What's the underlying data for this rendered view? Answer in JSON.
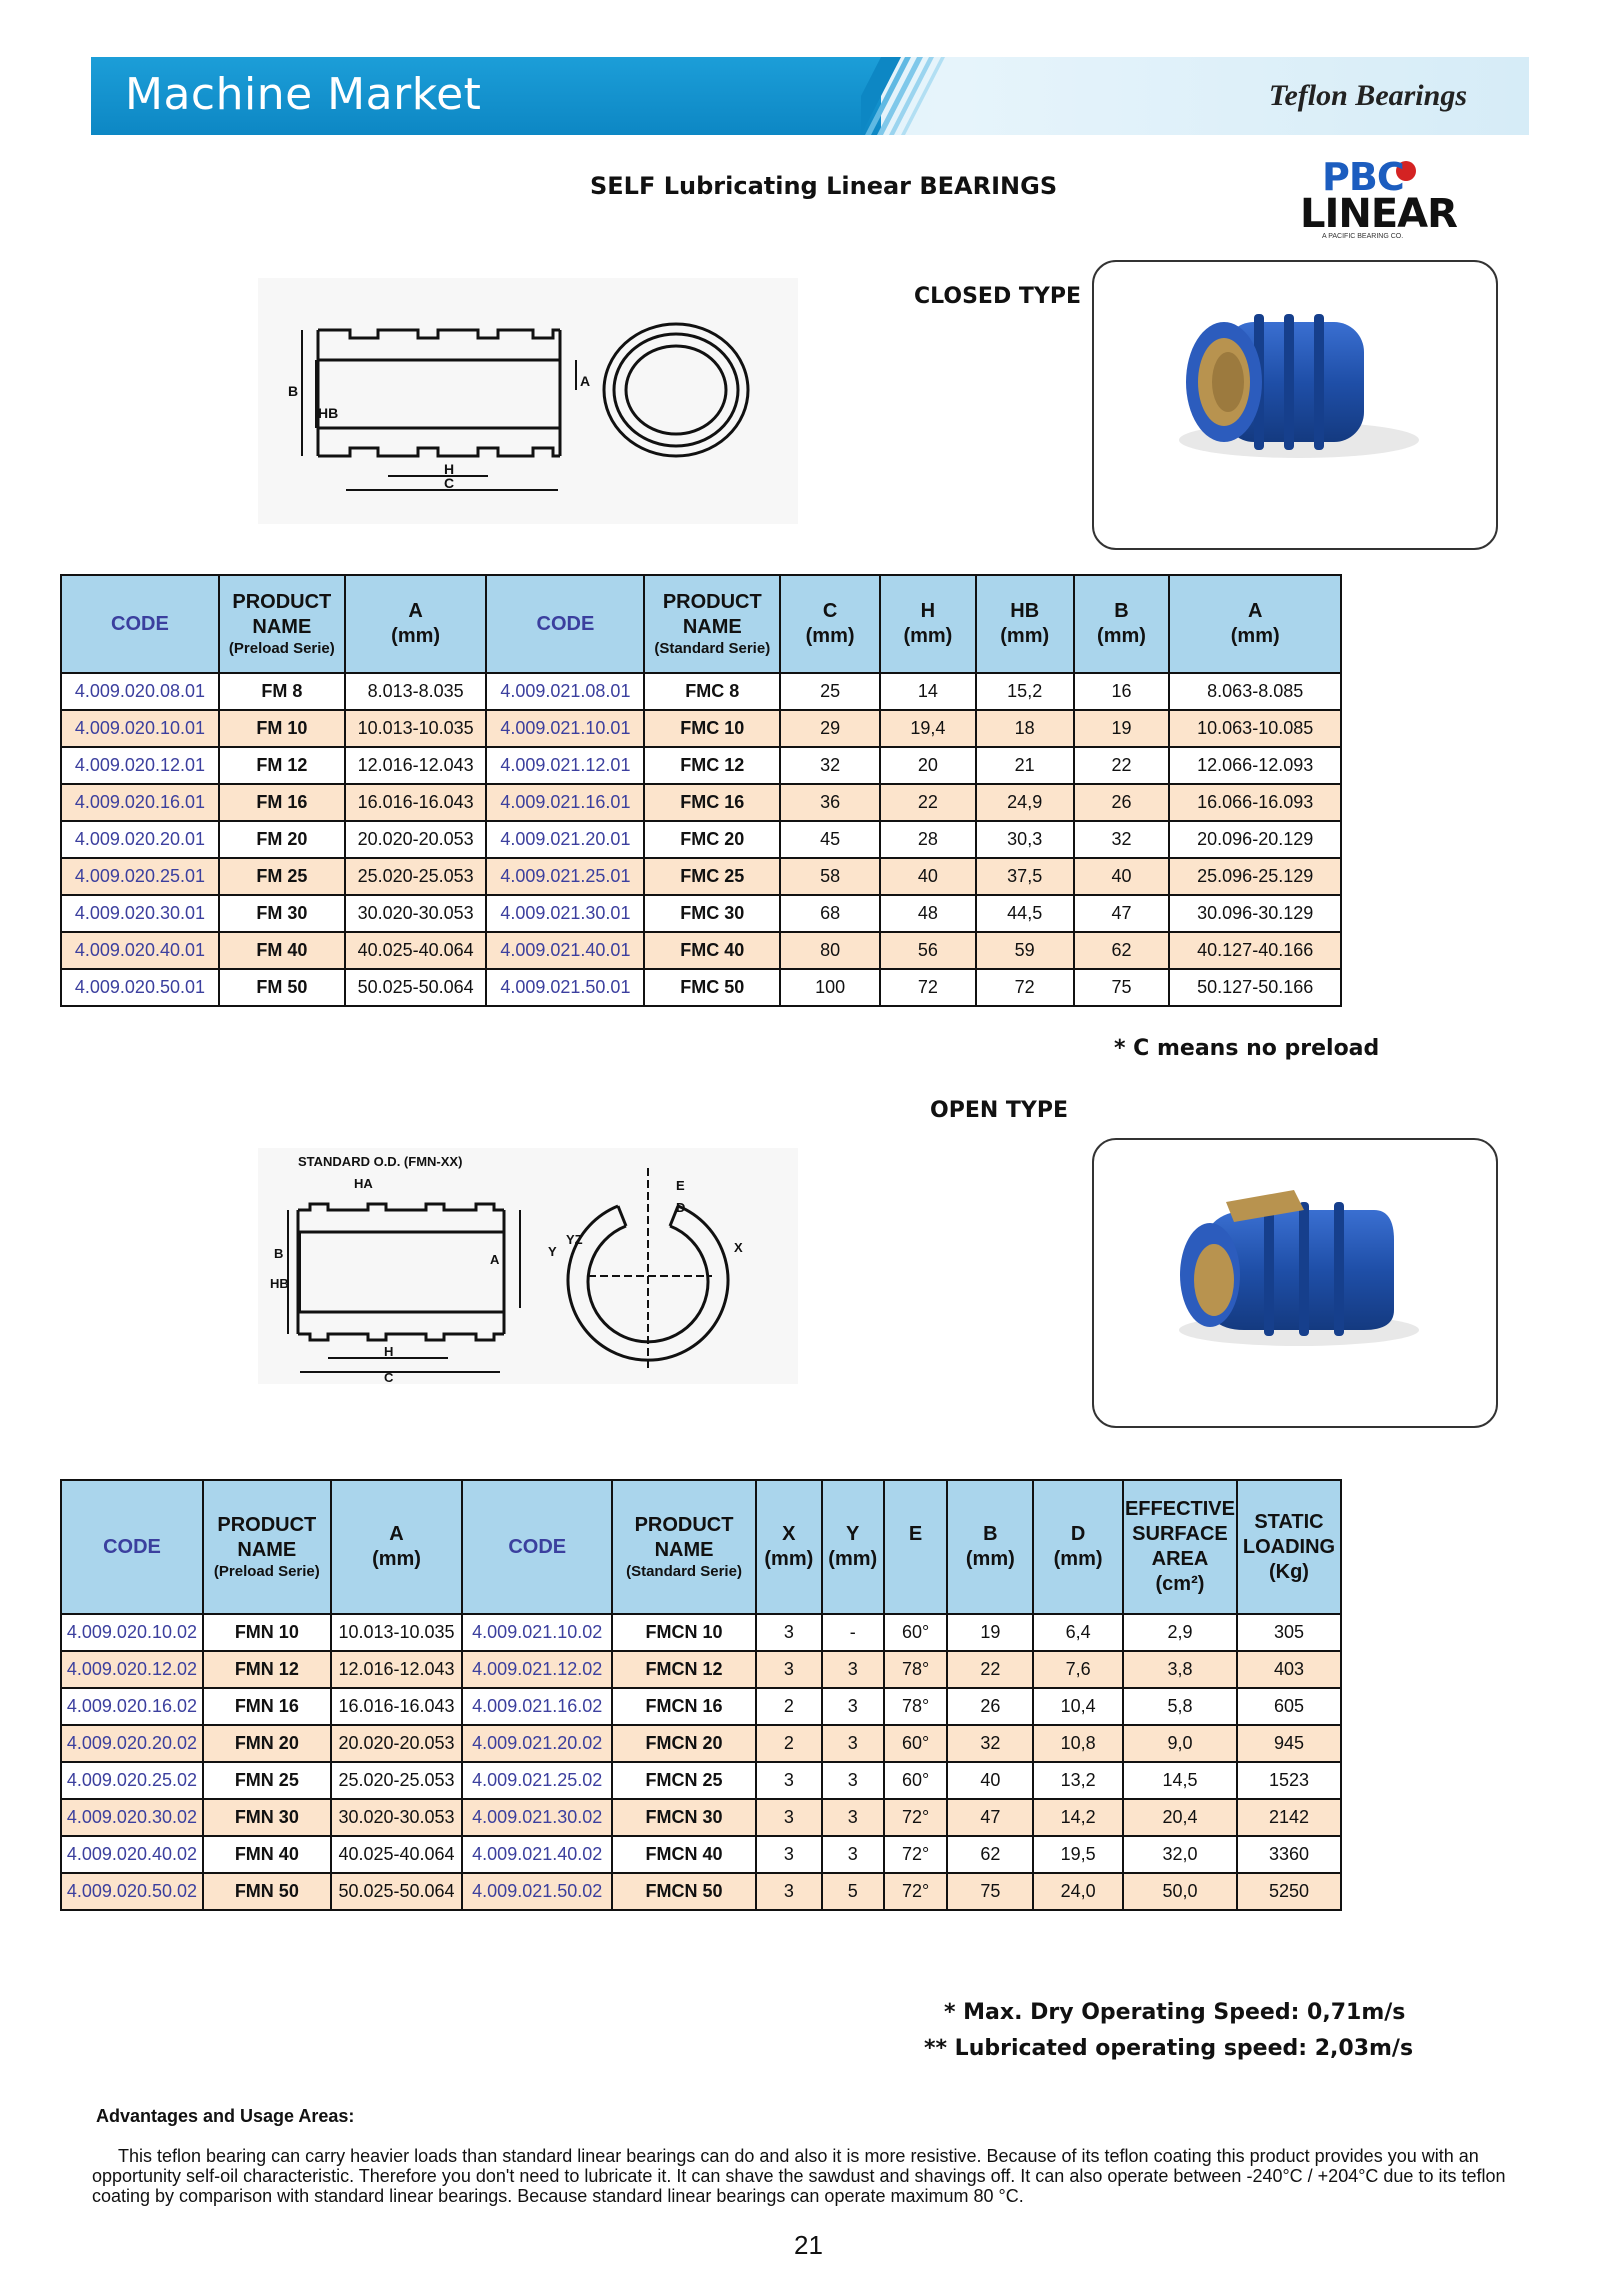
{
  "header": {
    "title": "Machine Market",
    "section": "Teflon Bearings"
  },
  "doc_heading": "SELF Lubricating Linear BEARINGS",
  "logo": {
    "top": "PBC",
    "main": "LINEAR",
    "sub": "A PACIFIC BEARING CO."
  },
  "closed": {
    "label": "CLOSED TYPE",
    "diagram_labels": {
      "b": "B",
      "hb": "HB",
      "a": "A",
      "h": "H",
      "c": "C"
    },
    "headers": {
      "code1": "CODE",
      "name1": "PRODUCT NAME",
      "name1_sub": "(Preload Serie)",
      "a1": "A",
      "a1_unit": "(mm)",
      "code2": "CODE",
      "name2": "PRODUCT NAME",
      "name2_sub": "(Standard Serie)",
      "c": "C",
      "c_unit": "(mm)",
      "h": "H",
      "h_unit": "(mm)",
      "hb": "HB",
      "hb_unit": "(mm)",
      "b": "B",
      "b_unit": "(mm)",
      "a2": "A",
      "a2_unit": "(mm)"
    },
    "rows": [
      [
        "4.009.020.08.01",
        "FM 8",
        "8.013-8.035",
        "4.009.021.08.01",
        "FMC 8",
        "25",
        "14",
        "15,2",
        "16",
        "8.063-8.085"
      ],
      [
        "4.009.020.10.01",
        "FM 10",
        "10.013-10.035",
        "4.009.021.10.01",
        "FMC 10",
        "29",
        "19,4",
        "18",
        "19",
        "10.063-10.085"
      ],
      [
        "4.009.020.12.01",
        "FM 12",
        "12.016-12.043",
        "4.009.021.12.01",
        "FMC 12",
        "32",
        "20",
        "21",
        "22",
        "12.066-12.093"
      ],
      [
        "4.009.020.16.01",
        "FM 16",
        "16.016-16.043",
        "4.009.021.16.01",
        "FMC 16",
        "36",
        "22",
        "24,9",
        "26",
        "16.066-16.093"
      ],
      [
        "4.009.020.20.01",
        "FM 20",
        "20.020-20.053",
        "4.009.021.20.01",
        "FMC 20",
        "45",
        "28",
        "30,3",
        "32",
        "20.096-20.129"
      ],
      [
        "4.009.020.25.01",
        "FM 25",
        "25.020-25.053",
        "4.009.021.25.01",
        "FMC 25",
        "58",
        "40",
        "37,5",
        "40",
        "25.096-25.129"
      ],
      [
        "4.009.020.30.01",
        "FM 30",
        "30.020-30.053",
        "4.009.021.30.01",
        "FMC 30",
        "68",
        "48",
        "44,5",
        "47",
        "30.096-30.129"
      ],
      [
        "4.009.020.40.01",
        "FM 40",
        "40.025-40.064",
        "4.009.021.40.01",
        "FMC 40",
        "80",
        "56",
        "59",
        "62",
        "40.127-40.166"
      ],
      [
        "4.009.020.50.01",
        "FM 50",
        "50.025-50.064",
        "4.009.021.50.01",
        "FMC 50",
        "100",
        "72",
        "72",
        "75",
        "50.127-50.166"
      ]
    ],
    "note": "* C means no preload"
  },
  "open": {
    "label": "OPEN TYPE",
    "diagram_labels": {
      "std": "STANDARD O.D. (FMN-XX)",
      "ha": "HA",
      "b": "B",
      "hb": "HB",
      "a": "A",
      "h": "H",
      "c": "C",
      "e": "E",
      "d": "D",
      "yz": "YZ",
      "y": "Y",
      "x": "X"
    },
    "headers": {
      "code1": "CODE",
      "name1": "PRODUCT NAME",
      "name1_sub": "(Preload Serie)",
      "a1": "A",
      "a1_unit": "(mm)",
      "code2": "CODE",
      "name2": "PRODUCT NAME",
      "name2_sub": "(Standard Serie)",
      "x": "X",
      "x_unit": "(mm)",
      "y": "Y",
      "y_unit": "(mm)",
      "e": "E",
      "b": "B",
      "b_unit": "(mm)",
      "d": "D",
      "d_unit": "(mm)",
      "eff": "EFFECTIVE SURFACE AREA",
      "eff_unit": "(cm²)",
      "stat": "STATIC LOADING",
      "stat_unit": "(Kg)"
    },
    "rows": [
      [
        "4.009.020.10.02",
        "FMN 10",
        "10.013-10.035",
        "4.009.021.10.02",
        "FMCN 10",
        "3",
        "-",
        "60°",
        "19",
        "6,4",
        "2,9",
        "305"
      ],
      [
        "4.009.020.12.02",
        "FMN 12",
        "12.016-12.043",
        "4.009.021.12.02",
        "FMCN 12",
        "3",
        "3",
        "78°",
        "22",
        "7,6",
        "3,8",
        "403"
      ],
      [
        "4.009.020.16.02",
        "FMN 16",
        "16.016-16.043",
        "4.009.021.16.02",
        "FMCN 16",
        "2",
        "3",
        "78°",
        "26",
        "10,4",
        "5,8",
        "605"
      ],
      [
        "4.009.020.20.02",
        "FMN 20",
        "20.020-20.053",
        "4.009.021.20.02",
        "FMCN 20",
        "2",
        "3",
        "60°",
        "32",
        "10,8",
        "9,0",
        "945"
      ],
      [
        "4.009.020.25.02",
        "FMN 25",
        "25.020-25.053",
        "4.009.021.25.02",
        "FMCN 25",
        "3",
        "3",
        "60°",
        "40",
        "13,2",
        "14,5",
        "1523"
      ],
      [
        "4.009.020.30.02",
        "FMN 30",
        "30.020-30.053",
        "4.009.021.30.02",
        "FMCN 30",
        "3",
        "3",
        "72°",
        "47",
        "14,2",
        "20,4",
        "2142"
      ],
      [
        "4.009.020.40.02",
        "FMN 40",
        "40.025-40.064",
        "4.009.021.40.02",
        "FMCN 40",
        "3",
        "3",
        "72°",
        "62",
        "19,5",
        "32,0",
        "3360"
      ],
      [
        "4.009.020.50.02",
        "FMN 50",
        "50.025-50.064",
        "4.009.021.50.02",
        "FMCN 50",
        "3",
        "5",
        "72°",
        "75",
        "24,0",
        "50,0",
        "5250"
      ]
    ],
    "note1": "* Max. Dry Operating Speed: 0,71m/s",
    "note2": "** Lubricated operating speed: 2,03m/s"
  },
  "advantages": {
    "title": "Advantages and Usage Areas:",
    "body": "This teflon bearing can carry heavier loads than standard linear bearings can do and also it is more resistive.  Because of its teflon coating this product provides you with an opportunity self-oil characteristic. Therefore you don't need to lubricate it. It can shave the sawdust and shavings off. It can also operate between -240°C / +204°C due to its teflon coating by comparison with standard linear bearings. Because standard linear bearings can operate maximum 80 °C."
  },
  "page_number": "21",
  "colors": {
    "banner_blue": "#0d87c4",
    "header_cell": "#aad5ec",
    "alt_row": "#fce4cc",
    "code_text": "#3b3f9e",
    "bearing_blue": "#1f4fa8",
    "bearing_bronze": "#b8934f"
  }
}
